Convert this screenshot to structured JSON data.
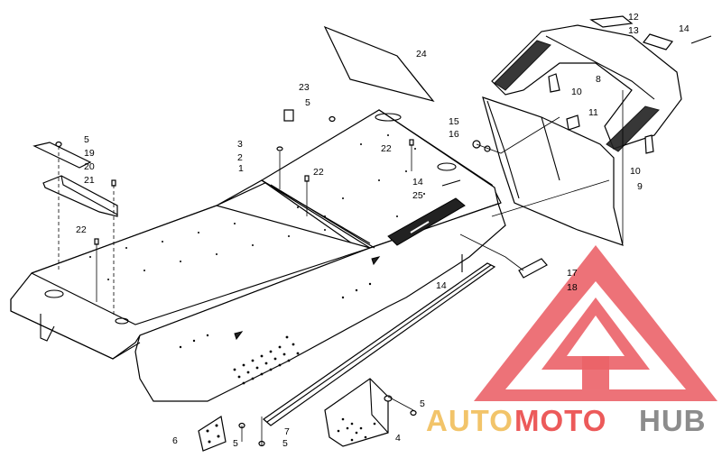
{
  "diagram": {
    "callouts": [
      "1",
      "2",
      "3",
      "4",
      "5",
      "6",
      "7",
      "8",
      "9",
      "10",
      "11",
      "12",
      "13",
      "14",
      "15",
      "16",
      "17",
      "18",
      "19",
      "20",
      "21",
      "22",
      "23",
      "24",
      "25"
    ]
  },
  "watermark": {
    "parts": [
      "AUTO",
      "MOTO",
      "HUB"
    ],
    "colors": {
      "auto": "#f2c46a",
      "moto": "#ec5a5a",
      "hub": "#8c8c8c",
      "logo": "#e8474f"
    }
  }
}
